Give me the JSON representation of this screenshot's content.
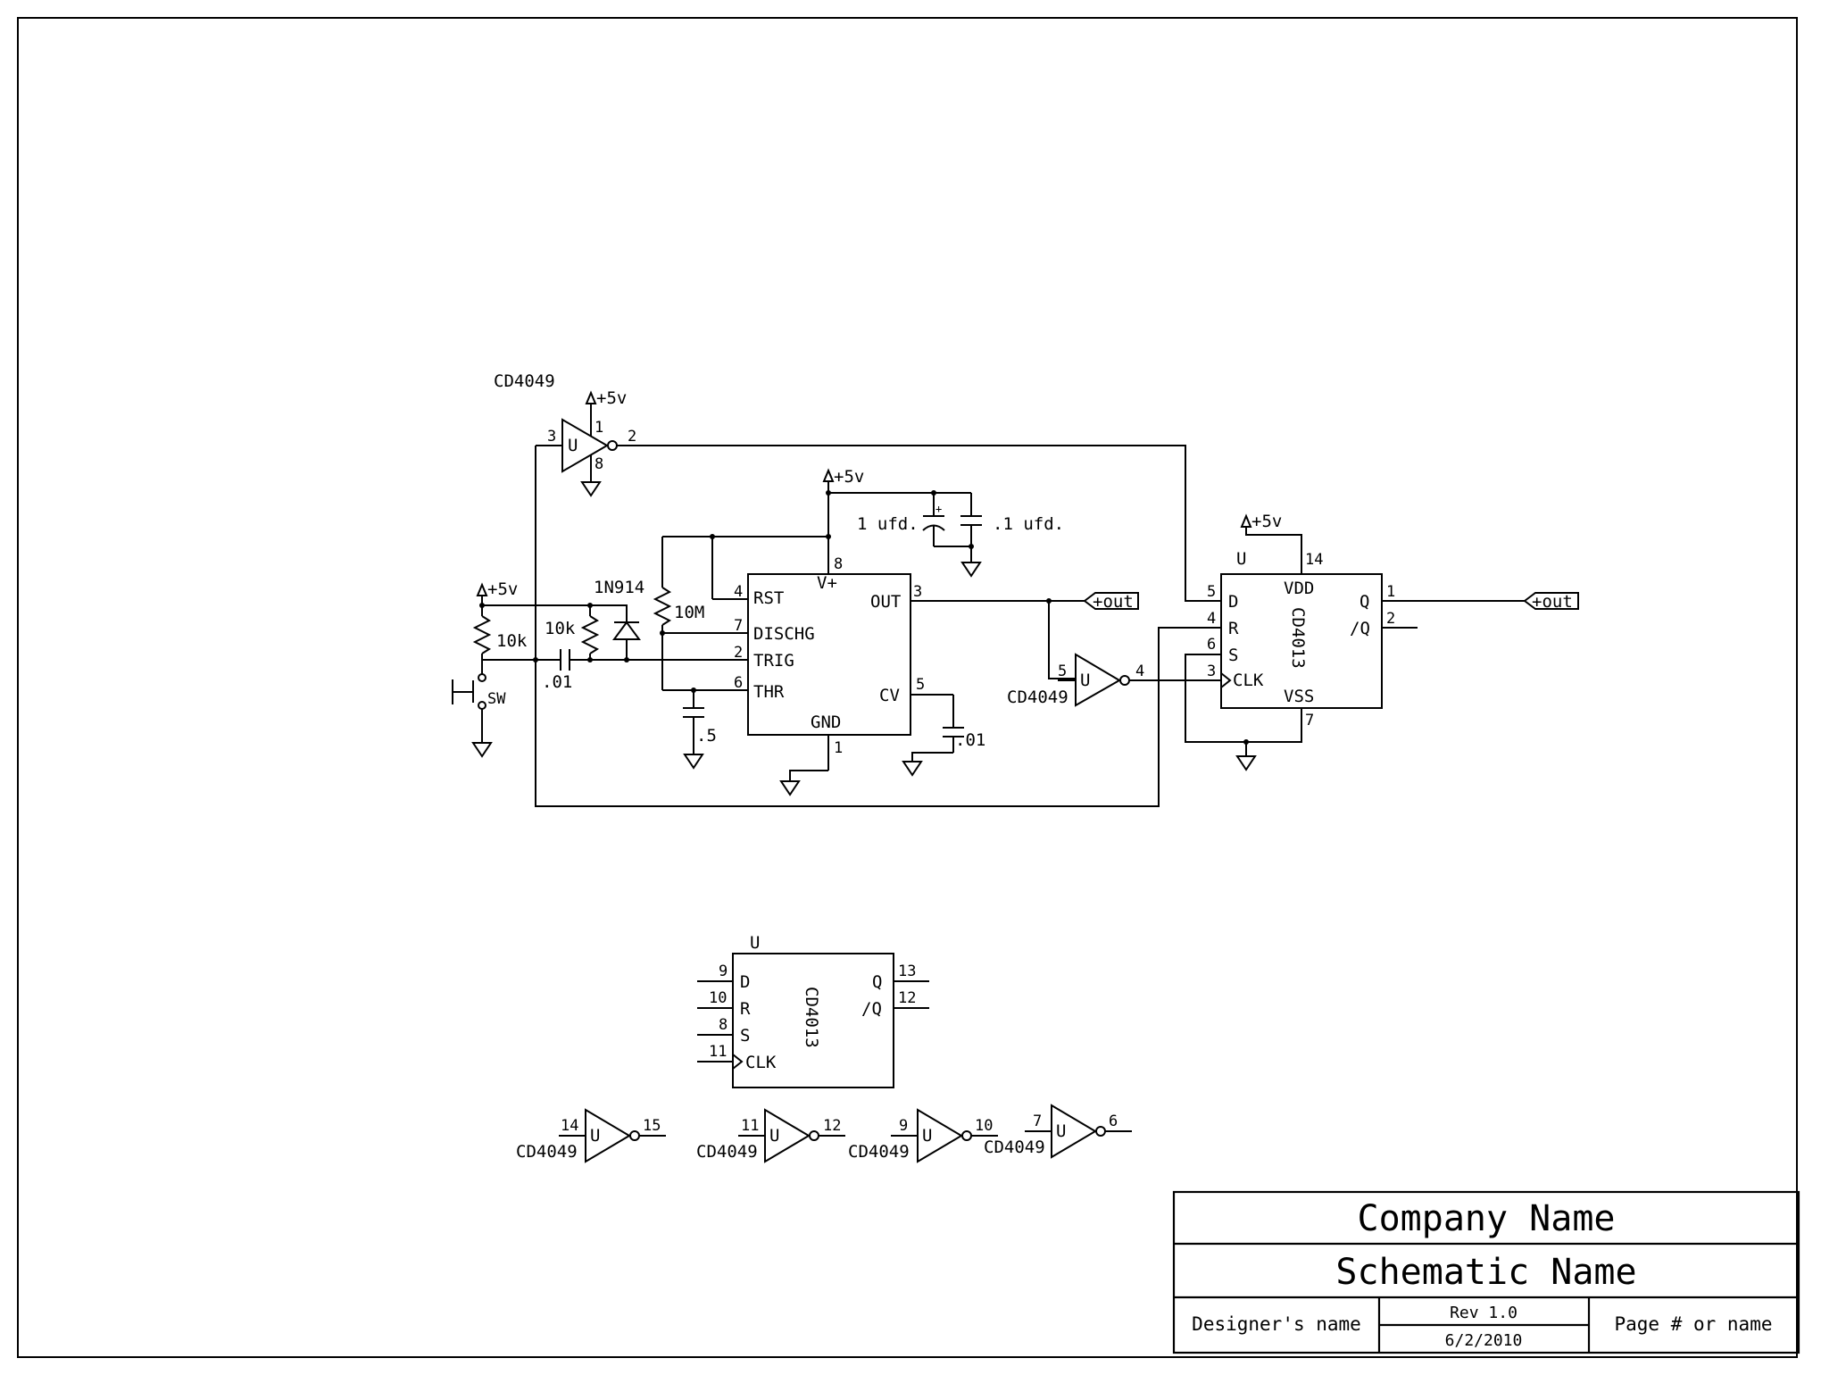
{
  "schematic": {
    "inverter_top": {
      "part": "CD4049",
      "unit": "U",
      "pin_in": "3",
      "pin_out": "2",
      "pin_vdd": "1",
      "pin_gnd": "8"
    },
    "power_label": "+5v",
    "timer": {
      "pins": {
        "rst": "RST",
        "dischg": "DISCHG",
        "trig": "TRIG",
        "thr": "THR",
        "out": "OUT",
        "cv": "CV",
        "vplus": "V+",
        "gnd": "GND"
      },
      "pin_numbers": {
        "rst": "4",
        "dischg": "7",
        "trig": "2",
        "thr": "6",
        "out": "3",
        "cv": "5",
        "vplus": "8",
        "gnd": "1"
      }
    },
    "components": {
      "diode": "1N914",
      "r_pullup": "10k",
      "r_trig": "10k",
      "r_timing": "10M",
      "c_coupling": ".01",
      "c_timing": ".5",
      "c_cv": ".01",
      "c_bulk": "1 ufd.",
      "c_bypass": ".1 ufd.",
      "switch": "SW"
    },
    "net_label": "+out",
    "inverter_mid": {
      "part": "CD4049",
      "unit": "U",
      "pin_in": "5",
      "pin_out": "4"
    },
    "flipflop_main": {
      "unit": "U",
      "part": "CD4013",
      "pins": {
        "d": "D",
        "r": "R",
        "s": "S",
        "clk": "CLK",
        "q": "Q",
        "qbar": "/Q",
        "vdd": "VDD",
        "vss": "VSS"
      },
      "pin_numbers": {
        "d": "5",
        "r": "4",
        "s": "6",
        "clk": "3",
        "q": "1",
        "qbar": "2",
        "vdd": "14",
        "vss": "7"
      }
    },
    "flipflop_spare": {
      "unit": "U",
      "part": "CD4013",
      "pins": {
        "d": "D",
        "r": "R",
        "s": "S",
        "clk": "CLK",
        "q": "Q",
        "qbar": "/Q"
      },
      "pin_numbers": {
        "d": "9",
        "r": "10",
        "s": "8",
        "clk": "11",
        "q": "13",
        "qbar": "12"
      }
    },
    "spare_inverters": [
      {
        "part": "CD4049",
        "unit": "U",
        "pin_in": "14",
        "pin_out": "15"
      },
      {
        "part": "CD4049",
        "unit": "U",
        "pin_in": "11",
        "pin_out": "12"
      },
      {
        "part": "CD4049",
        "unit": "U",
        "pin_in": "9",
        "pin_out": "10"
      },
      {
        "part": "CD4049",
        "unit": "U",
        "pin_in": "7",
        "pin_out": "6"
      }
    ]
  },
  "title_block": {
    "company": "Company Name",
    "schematic": "Schematic Name",
    "designer": "Designer's name",
    "rev": "Rev 1.0",
    "date": "6/2/2010",
    "page": "Page # or name"
  }
}
